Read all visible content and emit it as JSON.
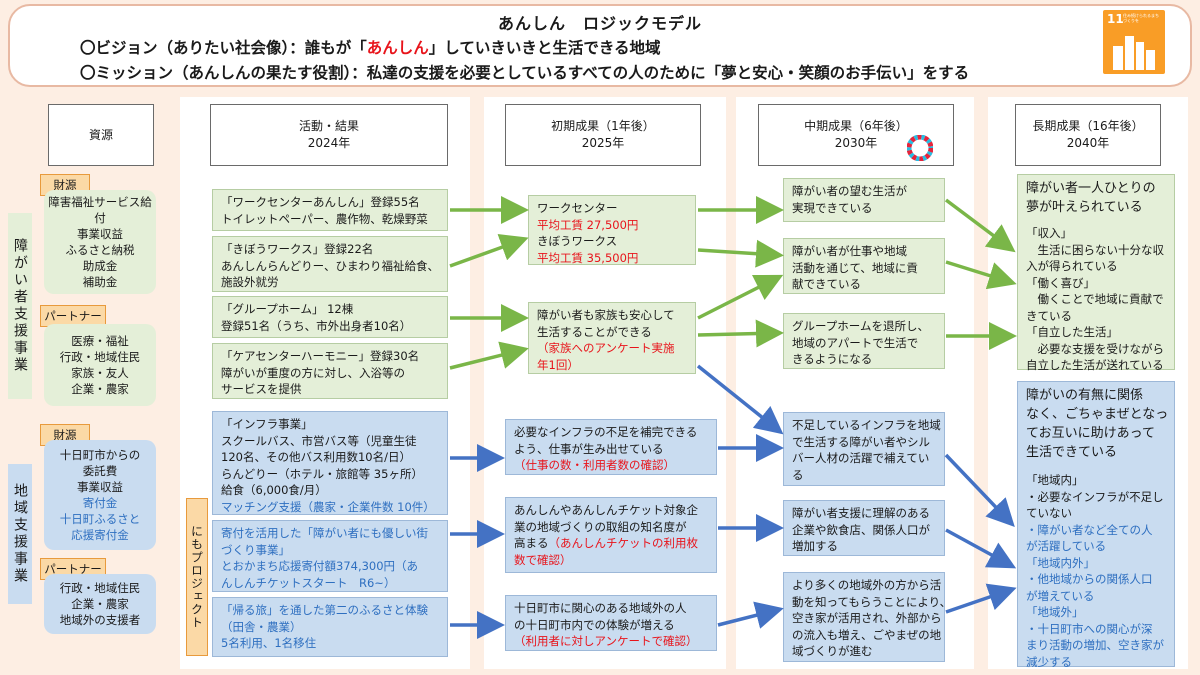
{
  "header": {
    "title": "あんしん　ロジックモデル",
    "vision_prefix": "〇ビジョン（ありたい社会像）：誰もが「",
    "vision_highlight": "あんしん",
    "vision_suffix": "」していきいきと生活できる地域",
    "mission": "〇ミッション（あんしんの果たす役割）：私達の支援を必要としているすべての人のために「夢と安心・笑顔のお手伝い」をする",
    "sdg": {
      "number": "11",
      "text": "住み続けられるまちづくりを",
      "color": "#f99d26"
    }
  },
  "columns": {
    "resources": "資源",
    "activities": [
      "活動・結果",
      "2024年"
    ],
    "initial": [
      "初期成果（1年後）",
      "2025年"
    ],
    "mid": [
      "中期成果（6年後）",
      "2030年"
    ],
    "long": [
      "長期成果（16年後）",
      "2040年"
    ]
  },
  "side": {
    "disability": "障がい者支援事業",
    "regional": "地域支援事業",
    "project": "にもプロジェクト"
  },
  "resources": {
    "tag_funds": "財源",
    "tag_partner": "パートナー",
    "d_funds": [
      "障害福祉サービス給付",
      "事業収益",
      "ふるさと納税",
      "助成金",
      "補助金"
    ],
    "d_partners": [
      "医療・福祉",
      "行政・地域住民",
      "家族・友人",
      "企業・農家"
    ],
    "r_funds": [
      "十日町市からの",
      "委託費",
      "事業収益"
    ],
    "r_funds_blue": [
      "寄付金",
      "十日町ふるさと",
      "応援寄付金"
    ],
    "r_partners": [
      "行政・地域住民",
      "企業・農家",
      "地域外の支援者"
    ]
  },
  "activities": {
    "a1": [
      "「ワークセンターあんしん」登録55名",
      "トイレットペーパー、農作物、乾燥野菜"
    ],
    "a2": [
      "「きぼうワークス」登録22名",
      "あんしんらんどりー、ひまわり福祉給食、",
      "施設外就労"
    ],
    "a3": [
      "「グループホーム」 12棟",
      "登録51名（うち、市外出身者10名）"
    ],
    "a4": [
      "「ケアセンターハーモニー」登録30名",
      "障がいが重度の方に対し、入浴等の",
      "サービスを提供"
    ],
    "a5": [
      "「インフラ事業」",
      "スクールバス、市営バス等（児童生徒",
      "120名、その他バス利用数10名/日）",
      "らんどりー（ホテル・旅館等 35ヶ所）",
      "給食（6,000食/月）"
    ],
    "a5_blue": "マッチング支援（農家・企業件数 10件）",
    "a6": [
      "寄付を活用した「障がい者にも優しい街",
      "づくり事業」",
      "とおかまち応援寄付額374,300円（あ",
      "んしんチケットスタート　R6~）"
    ],
    "a7": [
      "「帰る旅」を通した第二のふるさと体験",
      "（田舎・農業）",
      "5名利用、1名移住"
    ]
  },
  "initial": {
    "i1": [
      "ワークセンター",
      "平均工賃 27,500円",
      "きぼうワークス",
      "平均工賃 35,500円"
    ],
    "i2": [
      "障がい者も家族も安心して",
      "生活することができる"
    ],
    "i2_red": [
      "（家族へのアンケート実施",
      "年1回）"
    ],
    "i3": [
      "必要なインフラの不足を補完できる",
      "よう、仕事が生み出せている"
    ],
    "i3_red": "（仕事の数・利用者数の確認）",
    "i4": [
      "あんしんやあんしんチケット対象企",
      "業の地域づくりの取組の知名度が",
      "高まる"
    ],
    "i4_red": [
      "（あんしんチケットの利用枚",
      "数で確認）"
    ],
    "i5": [
      "十日町市に関心のある地域外の人",
      "の十日町市内での体験が増える"
    ],
    "i5_red": "（利用者に対しアンケートで確認）"
  },
  "mid": {
    "m1": [
      "障がい者の望む生活が",
      "実現できている"
    ],
    "m2": [
      "障がい者が仕事や地域",
      "活動を通じて、地域に貢",
      "献できている"
    ],
    "m3": [
      "グループホームを退所し、",
      "地域のアパートで生活で",
      "きるようになる"
    ],
    "m4": [
      "不足しているインフラを地域",
      "で生活する障がい者やシル",
      "バー人材の活躍で補えてい",
      "る"
    ],
    "m5": [
      "障がい者支援に理解のある",
      "企業や飲食店、関係人口が",
      "増加する"
    ],
    "m6": [
      "より多くの地域外の方から活",
      "動を知ってもらうことにより、",
      "空き家が活用され、外部から",
      "の流入も増え、ごやまぜの地",
      "域づくりが進む"
    ]
  },
  "long": {
    "l1_title": [
      "障がい者一人ひとりの",
      "夢が叶えられている"
    ],
    "l1_body": [
      "「収入」",
      "　生活に困らない十分な収",
      "入が得られている",
      "「働く喜び」",
      "　働くことで地域に貢献で",
      "きている",
      "「自立した生活」",
      "　必要な支援を受けながら",
      "自立した生活が送れている"
    ],
    "l2_title": [
      "障がいの有無に関係",
      "なく、ごちゃまぜとなっ",
      "てお互いに助けあって",
      "生活できている"
    ],
    "l2_body_black": [
      "「地域内」",
      "・必要なインフラが不足し",
      "ていない"
    ],
    "l2_body_blue": [
      "・障がい者など全ての人",
      "が活躍している",
      "「地域内外」",
      "・他地域からの関係人口",
      "が増えている",
      "「地域外」",
      "・十日町市への関心が深",
      "まり活動の増加、空き家が",
      "減少する"
    ]
  },
  "colors": {
    "green_box": "#e4efd8",
    "blue_box": "#c9dcf0",
    "green_arrow": "#7ab648",
    "blue_arrow": "#4472c4",
    "red": "#e8141b"
  }
}
